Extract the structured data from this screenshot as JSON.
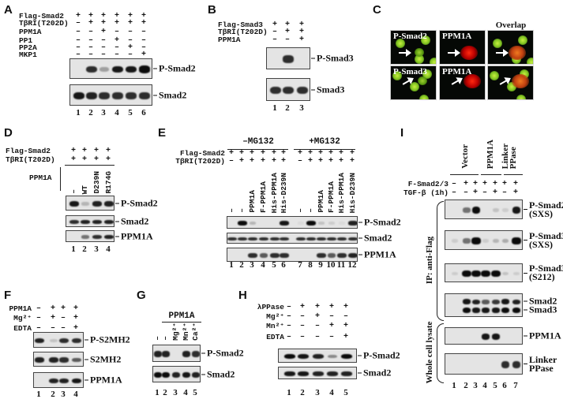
{
  "panels": {
    "A": {
      "letter": "A",
      "conditions": [
        {
          "label": "Flag-Smad2",
          "values": [
            "+",
            "+",
            "+",
            "+",
            "+",
            "+"
          ]
        },
        {
          "label": "TβRI(T202D)",
          "values": [
            "–",
            "+",
            "+",
            "+",
            "+",
            "+"
          ]
        },
        {
          "label": "PPM1A",
          "values": [
            "–",
            "–",
            "+",
            "–",
            "–",
            "–"
          ]
        },
        {
          "label": "PP1",
          "values": [
            "–",
            "–",
            "–",
            "+",
            "–",
            "–"
          ]
        },
        {
          "label": "PP2A",
          "values": [
            "–",
            "–",
            "–",
            "–",
            "+",
            "–"
          ]
        },
        {
          "label": "MKP1",
          "values": [
            "–",
            "–",
            "–",
            "–",
            "–",
            "+"
          ]
        }
      ],
      "blots": [
        {
          "labels": [
            "P-Smad2"
          ],
          "bands": [
            [
              0,
              0.8,
              0.3,
              0.9,
              0.9,
              0.95
            ]
          ]
        },
        {
          "labels": [
            "Smad2"
          ],
          "bands": [
            [
              0.9,
              0.85,
              0.8,
              0.8,
              0.8,
              0.8
            ]
          ]
        }
      ],
      "lanes": [
        "1",
        "2",
        "3",
        "4",
        "5",
        "6"
      ]
    },
    "B": {
      "letter": "B",
      "conditions": [
        {
          "label": "Flag-Smad3",
          "values": [
            "+",
            "+",
            "+"
          ]
        },
        {
          "label": "TβRI(T202D)",
          "values": [
            "–",
            "+",
            "+"
          ]
        },
        {
          "label": "PPM1A",
          "values": [
            "–",
            "–",
            "+"
          ]
        }
      ],
      "blots": [
        {
          "labels": [
            "P-Smad3"
          ],
          "bands": [
            [
              0,
              0.8,
              0
            ]
          ]
        },
        {
          "labels": [
            "Smad3"
          ],
          "bands": [
            [
              0.8,
              0.8,
              0.8
            ]
          ]
        }
      ],
      "lanes": [
        "1",
        "2",
        "3"
      ]
    },
    "C": {
      "letter": "C",
      "overlap_title": "Overlap",
      "image_labels": [
        [
          "P-Smad2",
          "PPM1A",
          ""
        ],
        [
          "P-Smad3",
          "PPM1A",
          ""
        ]
      ]
    },
    "D": {
      "letter": "D",
      "conditions": [
        {
          "label": "Flag-Smad2",
          "values": [
            "+",
            "+",
            "+",
            "+"
          ]
        },
        {
          "label": "TβRI(T202D)",
          "values": [
            "+",
            "+",
            "+",
            "+"
          ]
        }
      ],
      "group_label": "PPM1A",
      "column_labels": [
        "–",
        "WT",
        "D239N",
        "R174G"
      ],
      "blots": [
        {
          "labels": [
            "P-Smad2"
          ],
          "bands": [
            [
              0.9,
              0.2,
              0.85,
              0.85
            ]
          ]
        },
        {
          "labels": [
            "Smad2"
          ],
          "bands": [
            [
              0.8,
              0.85,
              0.85,
              0.85
            ]
          ]
        },
        {
          "labels": [
            "PPM1A"
          ],
          "bands": [
            [
              0,
              0.5,
              0.8,
              0.85
            ]
          ]
        }
      ],
      "lanes": [
        "1",
        "2",
        "3",
        "4"
      ]
    },
    "E": {
      "letter": "E",
      "groups": [
        "–MG132",
        "+MG132"
      ],
      "conditions": [
        {
          "label": "Flag-Smad2",
          "values": [
            "+",
            "+",
            "+",
            "+",
            "+",
            "+",
            "+",
            "+",
            "+",
            "+",
            "+",
            "+"
          ]
        },
        {
          "label": "TβRI(T202D)",
          "values": [
            "–",
            "+",
            "+",
            "+",
            "+",
            "+",
            "–",
            "+",
            "+",
            "+",
            "+",
            "+"
          ]
        }
      ],
      "column_labels": [
        "–",
        "–",
        "PPM1A",
        "F-PPM1A",
        "His-PPM1A",
        "His-D239N",
        "–",
        "–",
        "PPM1A",
        "F-PPM1A",
        "His-PPM1A",
        "His-D239N"
      ],
      "blots": [
        {
          "labels": [
            "P-Smad2"
          ],
          "bands": [
            [
              0,
              0.95,
              0.2,
              0,
              0,
              0.9,
              0.05,
              0.95,
              0.15,
              0.1,
              0.05,
              0.85
            ]
          ]
        },
        {
          "labels": [
            "Smad2"
          ],
          "bands": [
            [
              0.8,
              0.8,
              0.8,
              0.8,
              0.8,
              0.8,
              0.8,
              0.8,
              0.8,
              0.8,
              0.8,
              0.8
            ]
          ]
        },
        {
          "labels": [
            "PPM1A"
          ],
          "bands": [
            [
              0,
              0,
              0.8,
              0.6,
              0.8,
              0.8,
              0,
              0,
              0.8,
              0.6,
              0.8,
              0.85
            ]
          ]
        }
      ],
      "lanes": [
        "1",
        "2",
        "3",
        "4",
        "5",
        "6",
        "7",
        "8",
        "9",
        "10",
        "11",
        "12"
      ]
    },
    "F": {
      "letter": "F",
      "conditions": [
        {
          "label": "PPM1A",
          "values": [
            "–",
            "+",
            "+",
            "+"
          ]
        },
        {
          "label": "Mg²⁺",
          "values": [
            "–",
            "+",
            "–",
            "+"
          ]
        },
        {
          "label": "EDTA",
          "values": [
            "–",
            "–",
            "–",
            "+"
          ]
        }
      ],
      "blots": [
        {
          "labels": [
            "P-S2MH2"
          ],
          "bands": [
            [
              0.85,
              0.15,
              0.8,
              0.8
            ]
          ]
        },
        {
          "labels": [
            "S2MH2"
          ],
          "bands": [
            [
              0.85,
              0.85,
              0.8,
              0.6
            ]
          ]
        },
        {
          "labels": [
            "PPM1A"
          ],
          "bands": [
            [
              0,
              0.85,
              0.85,
              0.9
            ]
          ]
        }
      ],
      "lanes": [
        "1",
        "2",
        "3",
        "4"
      ]
    },
    "G": {
      "letter": "G",
      "group_label": "PPM1A",
      "column_labels": [
        "–",
        "–",
        "Mg²⁺",
        "Mn²⁺",
        "Ca²⁺"
      ],
      "blots": [
        {
          "labels": [
            "P-Smad2"
          ],
          "bands": [
            [
              0.85,
              0.85,
              0,
              0.85,
              0.8
            ]
          ]
        },
        {
          "labels": [
            "Smad2"
          ],
          "bands": [
            [
              0.95,
              0.95,
              0.85,
              0.9,
              0.85
            ]
          ]
        }
      ],
      "lanes": [
        "1",
        "2",
        "3",
        "4",
        "5"
      ]
    },
    "H": {
      "letter": "H",
      "conditions": [
        {
          "label": "λPPase",
          "values": [
            "–",
            "+",
            "+",
            "+",
            "+"
          ]
        },
        {
          "label": "Mg²⁺",
          "values": [
            "–",
            "–",
            "+",
            "–",
            "–"
          ]
        },
        {
          "label": "Mn²⁺",
          "values": [
            "–",
            "–",
            "–",
            "+",
            "+"
          ]
        },
        {
          "label": "EDTA",
          "values": [
            "–",
            "–",
            "–",
            "–",
            "+"
          ]
        }
      ],
      "blots": [
        {
          "labels": [
            "P-Smad2"
          ],
          "bands": [
            [
              0.95,
              0.9,
              0.85,
              0.4,
              0.95
            ]
          ]
        },
        {
          "labels": [
            "Smad2"
          ],
          "bands": [
            [
              0.9,
              0.9,
              0.85,
              0.85,
              0.85
            ]
          ]
        }
      ],
      "lanes": [
        "1",
        "2",
        "3",
        "4",
        "5"
      ]
    },
    "I": {
      "letter": "I",
      "groups": [
        "Vector",
        "PPM1A",
        "Linker\nPPase"
      ],
      "conditions": [
        {
          "label": "F-Smad2/3",
          "values": [
            "–",
            "+",
            "+",
            "+",
            "+",
            "+",
            "+"
          ]
        },
        {
          "label": "TGF-β (1h)",
          "values": [
            "–",
            "–",
            "+",
            "–",
            "+",
            "–",
            "+"
          ]
        }
      ],
      "side_labels": [
        "IP: anti-Flag",
        "Whole cell lysate"
      ],
      "blots": [
        {
          "labels": [
            "P-Smad2\n(SXS)"
          ],
          "bands": [
            [
              0,
              0.5,
              0.95,
              0,
              0.15,
              0.1,
              0.9
            ]
          ]
        },
        {
          "labels": [
            "P-Smad3\n(SXS)"
          ],
          "bands": [
            [
              0.1,
              0.5,
              1,
              0.1,
              0.2,
              0.25,
              1
            ]
          ]
        },
        {
          "labels": [
            "P-Smad3\n(S212)"
          ],
          "bands": [
            [
              0.1,
              1,
              1,
              1,
              1,
              0.15,
              0.1
            ]
          ]
        },
        {
          "labels": [
            "Smad2",
            "Smad3"
          ],
          "bands": [
            [
              0,
              0.9,
              0.85,
              0.6,
              0.75,
              0.9,
              0.85
            ],
            [
              0,
              0.95,
              0.9,
              0.9,
              0.9,
              0.95,
              0.95
            ]
          ]
        },
        {
          "labels": [
            "PPM1A"
          ],
          "bands": [
            [
              0,
              0,
              0,
              0.9,
              0.9,
              0,
              0
            ]
          ]
        },
        {
          "labels": [
            "Linker\nPPase"
          ],
          "bands": [
            [
              0,
              0,
              0,
              0,
              0,
              0.8,
              0.8
            ]
          ]
        }
      ],
      "lanes": [
        "1",
        "2",
        "3",
        "4",
        "5",
        "6",
        "7"
      ]
    }
  }
}
